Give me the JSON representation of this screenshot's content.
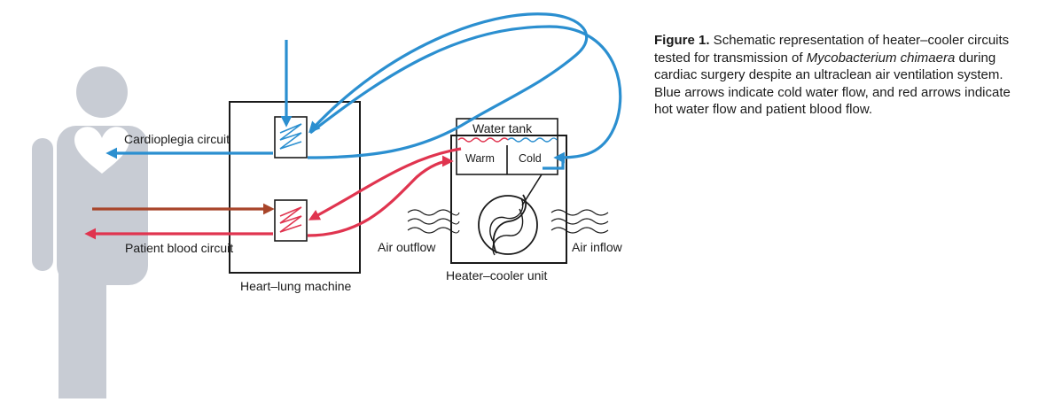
{
  "diagram": {
    "labels": {
      "cardioplegia_circuit": "Cardioplegia circuit",
      "patient_blood_circuit": "Patient blood circuit",
      "heart_lung_machine": "Heart–lung machine",
      "heater_cooler_unit": "Heater–cooler unit",
      "water_tank": "Water tank",
      "warm": "Warm",
      "cold": "Cold",
      "air_outflow": "Air outflow",
      "air_inflow": "Air inflow"
    },
    "colors": {
      "cold_water": "#2b8fd0",
      "hot_water": "#e0344f",
      "venous_blood": "#a8452a",
      "patient_silhouette": "#c8ccd4",
      "outline": "#1a1a1a"
    }
  },
  "caption": {
    "label": "Figure 1.",
    "text_before_italic": " Schematic representation of heater–cooler circuits tested for transmission of ",
    "italic": "Mycobacterium chimaera",
    "text_after_italic": " during cardiac surgery despite an ultraclean air ventilation system. Blue arrows indicate cold water flow, and red arrows indicate hot water flow and patient blood flow."
  }
}
